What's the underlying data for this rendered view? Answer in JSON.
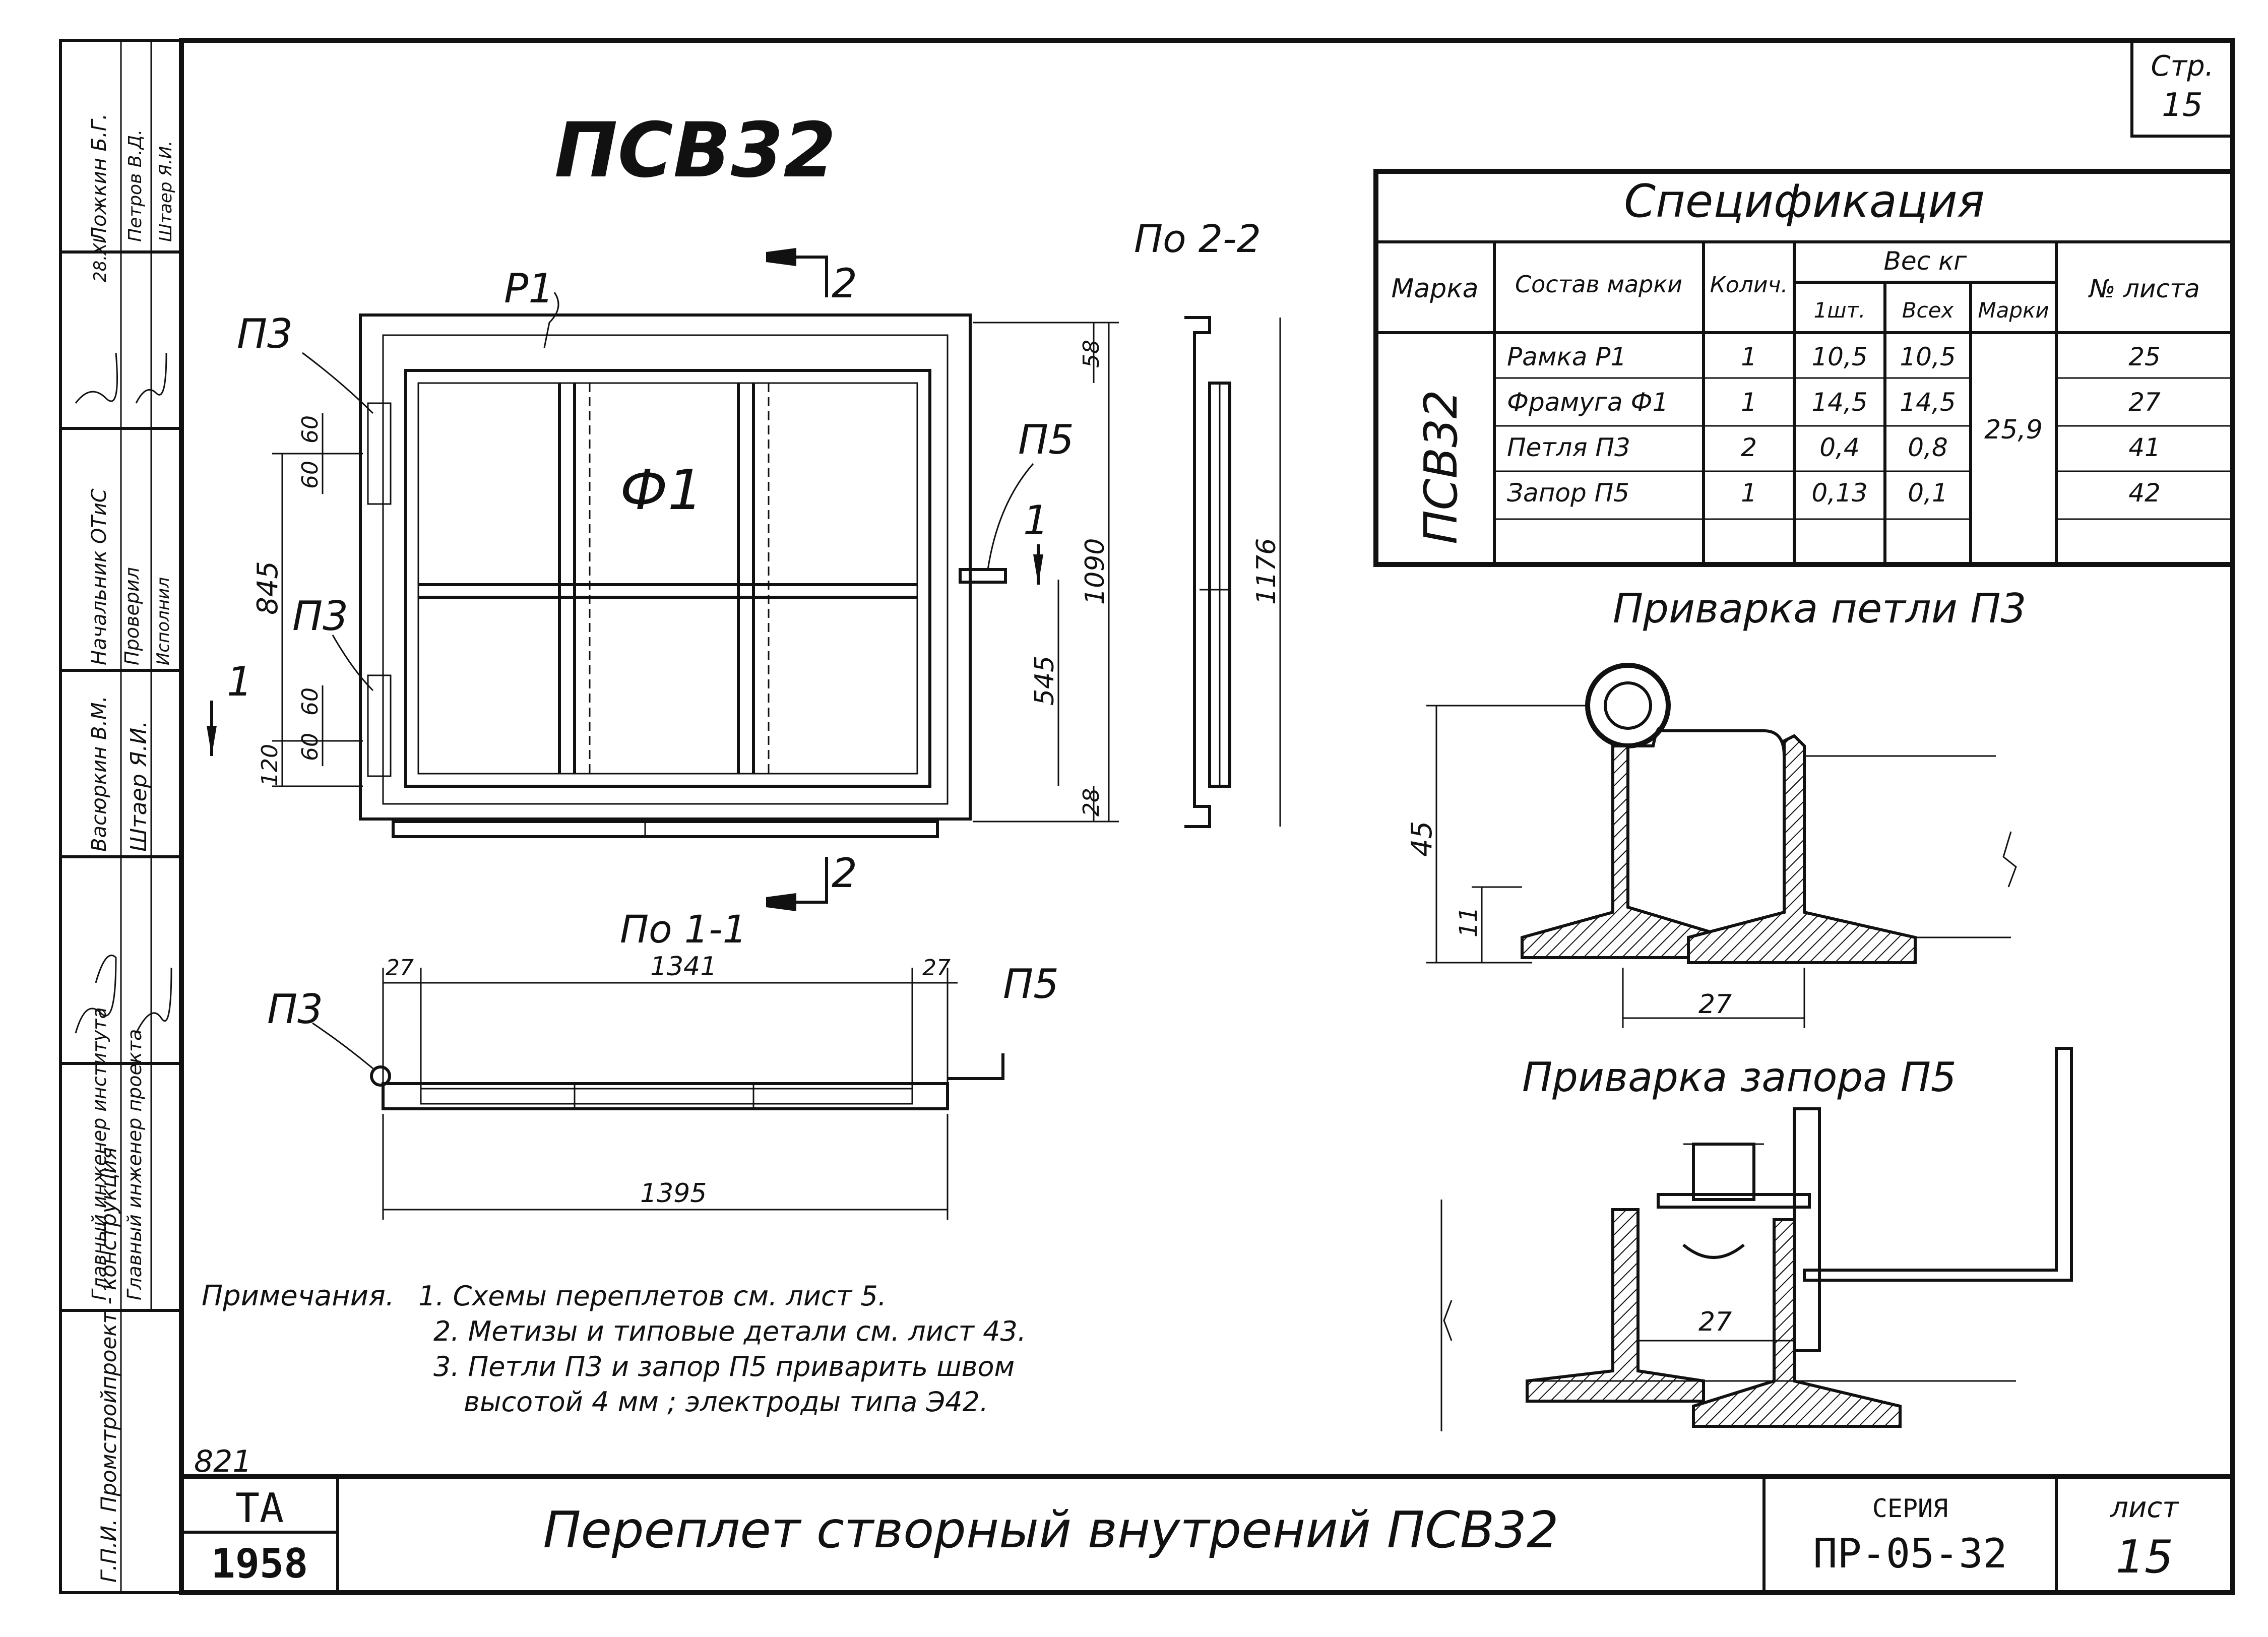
{
  "drawing": {
    "title_main": "ПСВ32",
    "page_box": {
      "label": "Стр.",
      "number": "15"
    },
    "labels": {
      "p1": "Р1",
      "p3_top": "П3",
      "p3_mid": "П3",
      "p5": "П5",
      "f1": "Ф1",
      "section_2_top": "2",
      "section_2_bottom": "2",
      "section_1_left": "1",
      "section_1_right": "1",
      "view_2_2": "По 2-2",
      "view_1_1": "По 1-1",
      "plan_p3": "П3",
      "plan_p5": "П5"
    },
    "dimensions": {
      "d60a": "60",
      "d60b": "60",
      "d60c": "60",
      "d60d": "60",
      "d845": "845",
      "d120": "120",
      "d58": "58",
      "d28": "28",
      "d545": "545",
      "d1090": "1090",
      "d1176": "1176",
      "d27a": "27",
      "d1341": "1341",
      "d27b": "27",
      "d1395": "1395",
      "d45": "45",
      "d11": "11",
      "d27c": "27",
      "d27d": "27"
    }
  },
  "specification": {
    "title": "Спецификация",
    "headers": {
      "mark": "Марка",
      "composition": "Состав марки",
      "qty": "Колич.",
      "weight": "Вес кг",
      "w_one": "1шт.",
      "w_all": "Всех",
      "w_mark": "Марки",
      "sheet_no": "№ листа"
    },
    "mark_value": "ПСВ32",
    "mark_weight": "25,9",
    "rows": [
      {
        "name": "Рамка Р1",
        "qty": "1",
        "one": "10,5",
        "all": "10,5",
        "sheet": "25"
      },
      {
        "name": "Фрамуга Ф1",
        "qty": "1",
        "one": "14,5",
        "all": "14,5",
        "sheet": "27"
      },
      {
        "name": "Петля П3",
        "qty": "2",
        "one": "0,4",
        "all": "0,8",
        "sheet": "41"
      },
      {
        "name": "Запор П5",
        "qty": "1",
        "one": "0,13",
        "all": "0,1",
        "sheet": "42"
      }
    ]
  },
  "details": {
    "hinge_title": "Приварка петли П3",
    "latch_title": "Приварка запора П5"
  },
  "notes": {
    "heading": "Примечания.",
    "items": [
      "1. Схемы переплетов см. лист 5.",
      "2. Метизы и типовые детали см. лист 43.",
      "3. Петли П3 и запор П5 приварить швом",
      "высотой 4 мм ; электроды типа Э42."
    ]
  },
  "title_block": {
    "code": "821",
    "org": "ТА",
    "year": "1958",
    "title": "Переплет створный внутрений ПСВ32",
    "series_label": "СЕРИЯ",
    "series": "ПР-05-32",
    "sheet_label": "лист",
    "sheet": "15"
  },
  "side_stamp": {
    "org": "Г.П.И. Промстройпроект - конструкция",
    "chief_institute": "Главный инженер института",
    "chief_project": "Главный инженер проекта",
    "name_vasyurkin": "Васюркин В.М.",
    "name_shtaer1": "Штаер Я.И.",
    "head_label": "Начальник ОТиС",
    "checked": "Проверил",
    "executed": "Исполнил",
    "name_lozhkin": "Ложкин Б.Г.",
    "name_petrov": "Петров В.Д.",
    "name_shtaer2": "Штаер Я.И.",
    "date": "28.XI"
  }
}
